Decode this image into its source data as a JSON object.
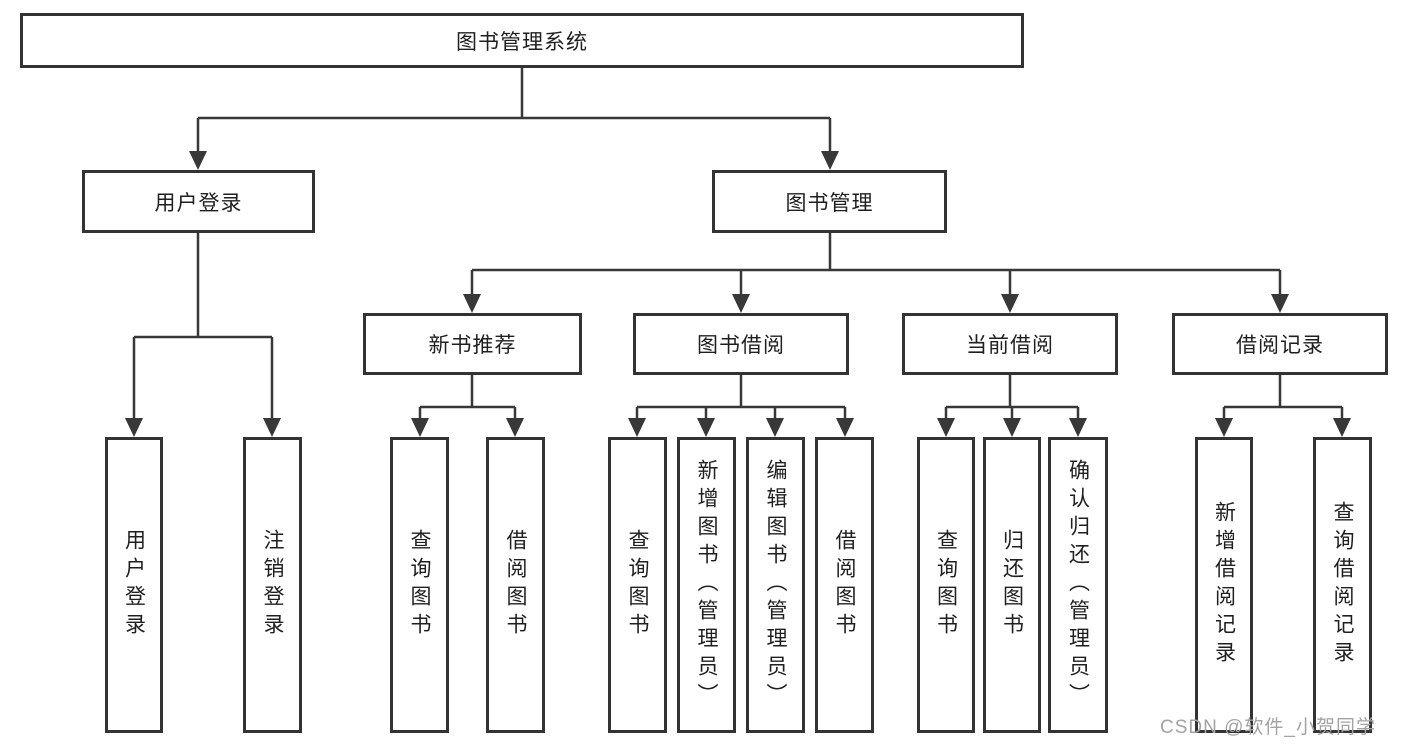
{
  "root": {
    "label": "图书管理系统"
  },
  "level2": [
    {
      "label": "用户登录"
    },
    {
      "label": "图书管理"
    }
  ],
  "level3": [
    {
      "label": "新书推荐"
    },
    {
      "label": "图书借阅"
    },
    {
      "label": "当前借阅"
    },
    {
      "label": "借阅记录"
    }
  ],
  "leaves": [
    {
      "label": "用户登录"
    },
    {
      "label": "注销登录"
    },
    {
      "label": "查询图书"
    },
    {
      "label": "借阅图书"
    },
    {
      "label": "查询图书"
    },
    {
      "label": "新增图书（管理员）"
    },
    {
      "label": "编辑图书（管理员）"
    },
    {
      "label": "借阅图书"
    },
    {
      "label": "查询图书"
    },
    {
      "label": "归还图书"
    },
    {
      "label": "确认归还（管理员）"
    },
    {
      "label": "新增借阅记录"
    },
    {
      "label": "查询借阅记录"
    }
  ],
  "watermark": {
    "text": "CSDN @软件_小贺同学"
  },
  "colors": {
    "line": "#383838",
    "border": "#333333",
    "text": "#1f1f1f",
    "watermark": "#a3a3a3",
    "background": "#ffffff"
  }
}
